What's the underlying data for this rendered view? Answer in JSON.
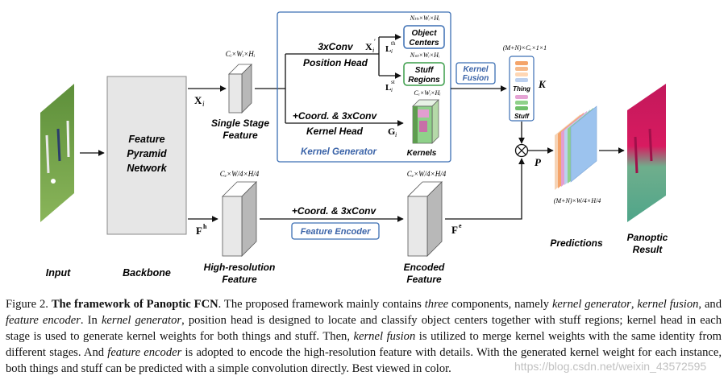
{
  "labels": {
    "input": "Input",
    "backbone": "Backbone",
    "fpn_line1": "Feature",
    "fpn_line2": "Pyramid",
    "fpn_line3": "Network",
    "single_stage_line1": "Single Stage",
    "single_stage_line2": "Feature",
    "highres_line1": "High-resolution",
    "highres_line2": "Feature",
    "encoded_line1": "Encoded",
    "encoded_line2": "Feature",
    "predictions": "Predictions",
    "panoptic_line1": "Panoptic",
    "panoptic_line2": "Result",
    "conv3x": "3xConv",
    "position_head": "Position Head",
    "coord_conv_top": "+Coord. & 3xConv",
    "kernel_head": "Kernel Head",
    "coord_conv_bottom": "+Coord. & 3xConv",
    "feature_encoder": "Feature Encoder",
    "kernel_generator": "Kernel Generator",
    "object_centers_1": "Object",
    "object_centers_2": "Centers",
    "stuff_regions_1": "Stuff",
    "stuff_regions_2": "Regions",
    "kernels": "Kernels",
    "kernel_fusion_1": "Kernel",
    "kernel_fusion_2": "Fusion",
    "thing": "Thing",
    "stuff": "Stuff",
    "K": "K",
    "P": "P",
    "Xi": "X",
    "Xi_sub": "i",
    "Xi_prime": "X",
    "Xi_prime_sub": "i",
    "Xi_prime_sup": "′",
    "L_th": "L",
    "L_th_sub": "i",
    "L_th_sup": "th",
    "L_st": "L",
    "L_st_sub": "i",
    "L_st_sup": "st",
    "G": "G",
    "G_sub": "i",
    "Fh": "F",
    "Fh_sup": "h",
    "Fe": "F",
    "Fe_sup": "e"
  },
  "dimensions": {
    "single_stage": "Cᵢ×Wᵢ×Hᵢ",
    "object_centers": "Nₜₕ×Wᵢ×Hᵢ",
    "stuff_regions": "Nₛₜ×Wᵢ×Hᵢ",
    "kernels": "Cₑ×Wᵢ×Hᵢ",
    "kernel_K": "(M+N)×Cₑ×1×1",
    "highres": "Cₑ×W/4×H/4",
    "encoded": "Cₑ×W/4×H/4",
    "predictions": "(M+N)×W/4×H/4"
  },
  "caption": {
    "fig_no": "Figure 2.",
    "title": "The framework of Panoptic FCN",
    "t1": ". The proposed framework mainly contains ",
    "three": "three",
    "t2": " components, namely ",
    "kg": "kernel generator",
    "t3": ", ",
    "kf": "kernel fusion",
    "t4": ", and ",
    "fe": "feature encoder",
    "t5": ". In ",
    "kg2": "kernel generator",
    "t6": ", position head is designed to locate and classify object centers together with stuff regions; kernel head in each stage is used to generate kernel weights for both things and stuff. Then, ",
    "kf2": "kernel fusion",
    "t7": " is utilized to merge kernel weights with the same identity from different stages. And ",
    "fe2": "feature encoder",
    "t8": " is adopted to encode the high-resolution feature with details. With the generated kernel weight for each instance, both things and stuff can be predicted with a simple convolution directly. Best viewed in color."
  },
  "watermark": "https://blog.csdn.net/weixin_43572595",
  "colors": {
    "box_border": "#3c6fb4",
    "box_text": "#3a63a8",
    "thing_orange": "#f4a46a",
    "stuff_green": "#8fd18a",
    "gray": "#dcdcdc"
  }
}
